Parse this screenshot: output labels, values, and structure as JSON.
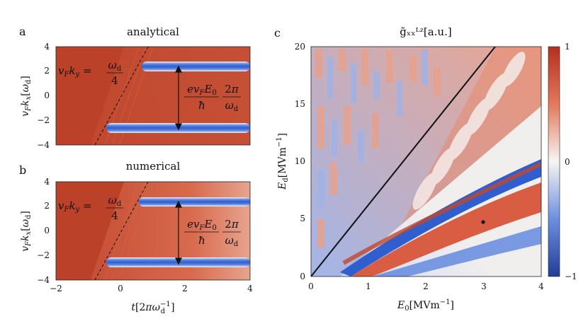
{
  "panels": {
    "a": {
      "letter": "a",
      "title": "analytical"
    },
    "b": {
      "letter": "b",
      "title": "numerical"
    },
    "c": {
      "letter": "c",
      "title": "g̃ₓₓᴸᶻ[a.u.]"
    }
  },
  "left_plots": {
    "ylabel": "v_F k_x[ω_d]",
    "xlabel": "t[2πω_d⁻¹]",
    "annotation_left": "v_F k_y = ω_d/4",
    "annotation_right": "ev_F E_0/ħ · 2π/ω_d",
    "yticks": [
      "4",
      "2",
      "0",
      "−2",
      "−4"
    ],
    "xticks": [
      "−2",
      "0",
      "2",
      "4"
    ]
  },
  "right_plot": {
    "xlabel": "E_0[MVm⁻¹]",
    "ylabel": "E_d[MVm⁻¹]",
    "xticks": [
      "0",
      "1",
      "2",
      "3",
      "4"
    ],
    "yticks": [
      "0",
      "5",
      "10",
      "15",
      "20"
    ],
    "colorbar_ticks": [
      "1",
      "0",
      "−1"
    ]
  },
  "chart_data": [
    {
      "type": "heatmap",
      "title": "analytical",
      "xlabel": "t[2πω_d⁻¹]",
      "ylabel": "v_F k_x[ω_d]",
      "xlim": [
        -2,
        4
      ],
      "ylim": [
        -4,
        4
      ],
      "bands_y": [
        2.1,
        -2.7
      ],
      "dashed_line": {
        "x": [
          -0.75,
          0.9
        ],
        "y": [
          -4,
          4
        ]
      }
    },
    {
      "type": "heatmap",
      "title": "numerical",
      "xlabel": "t[2πω_d⁻¹]",
      "ylabel": "v_F k_x[ω_d]",
      "xlim": [
        -2,
        4
      ],
      "ylim": [
        -4,
        4
      ],
      "bands_y": [
        2.3,
        -2.6
      ],
      "dashed_line": {
        "x": [
          -0.75,
          0.9
        ],
        "y": [
          -4,
          4
        ]
      }
    },
    {
      "type": "heatmap",
      "title": "g̃ₓₓᴸᶻ[a.u.]",
      "xlabel": "E_0[MVm⁻¹]",
      "ylabel": "E_d[MVm⁻¹]",
      "xlim": [
        0,
        4
      ],
      "ylim": [
        0,
        20
      ],
      "clim": [
        -1,
        1
      ],
      "black_line": {
        "x": [
          0,
          3.2
        ],
        "y": [
          0,
          20
        ]
      },
      "point": {
        "x": 3.0,
        "y": 4.7
      }
    }
  ],
  "colors": {
    "red": "#c0472d",
    "deep_red": "#a82a1e",
    "white": "#f6f2f0",
    "blue": "#2f5fcf",
    "deep_blue": "#233d96",
    "light_blue": "#9fb3e6",
    "salmon": "#e9a08b"
  }
}
